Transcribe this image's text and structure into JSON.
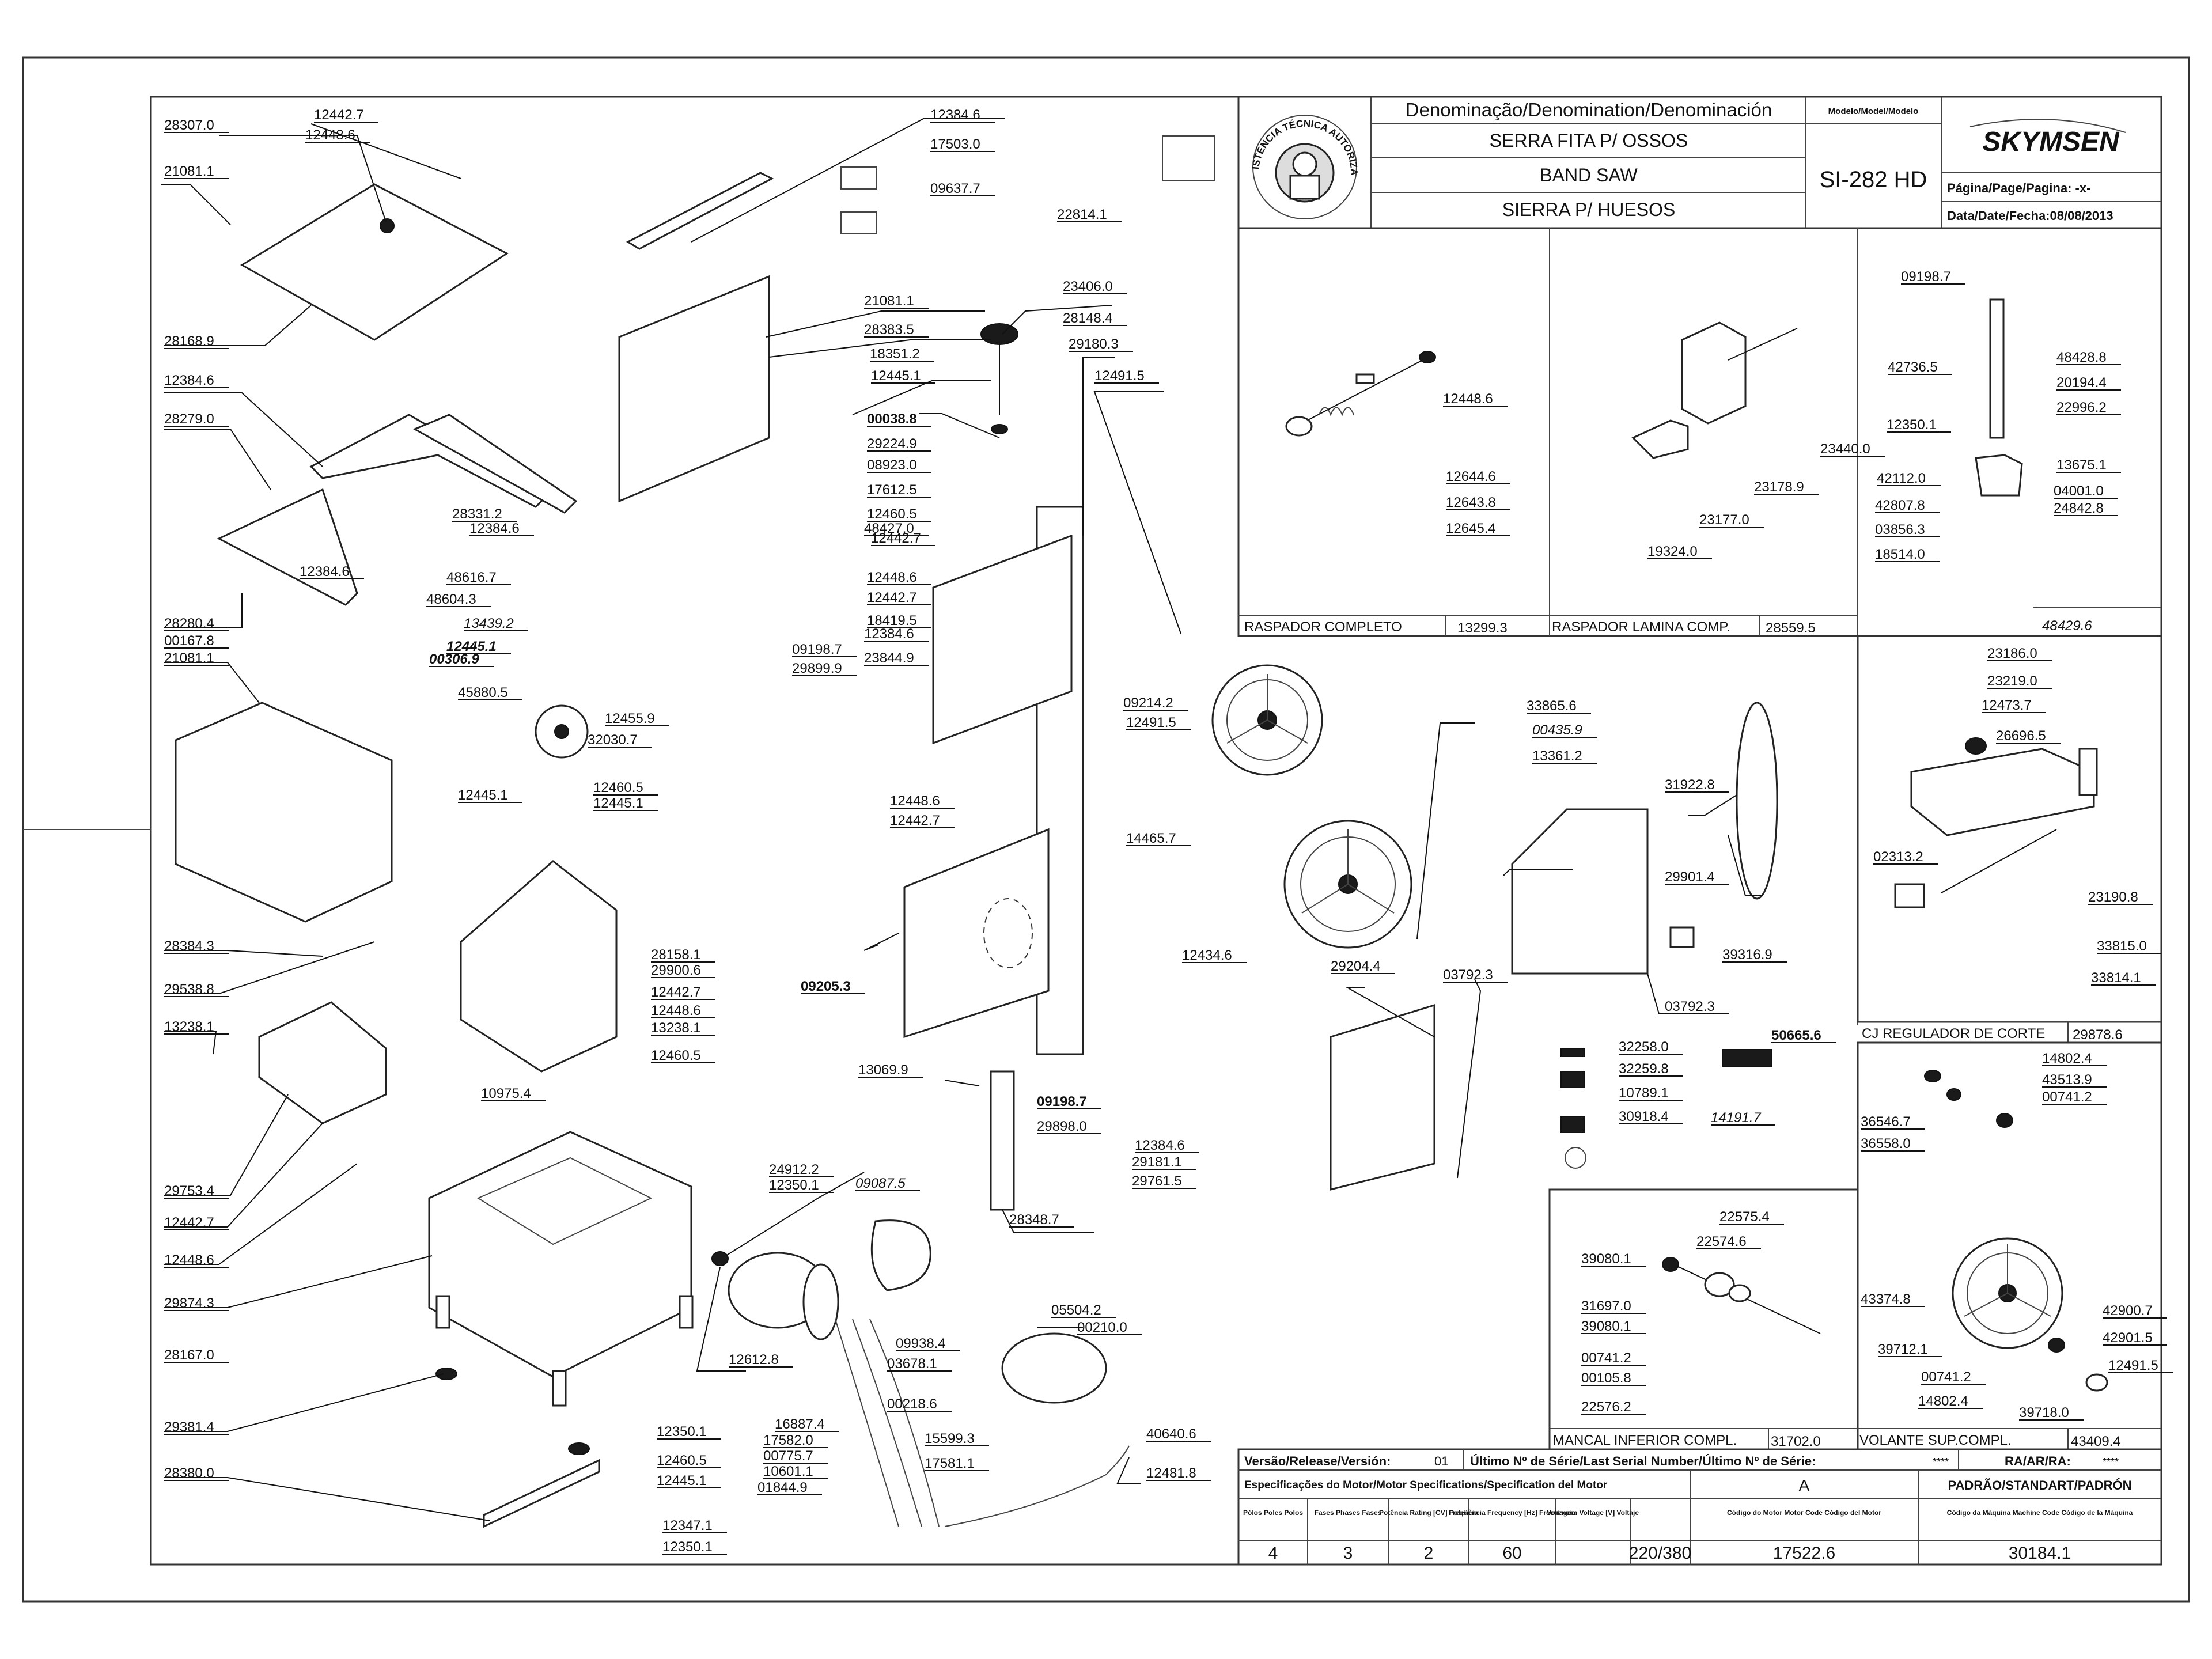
{
  "title_block": {
    "denomination_header": "Denominação/Denomination/Denominación",
    "model_header": "Modelo/Model/Modelo",
    "name_pt": "SERRA FITA P/ OSSOS",
    "name_en": "BAND SAW",
    "name_es": "SIERRA P/ HUESOS",
    "model": "SI-282 HD",
    "brand": "SKYMSEN",
    "seal_text": "ASSISTÊNCIA TÉCNICA AUTORIZADA",
    "page_label": "Página/Page/Pagina:",
    "page_value": "-x-",
    "date_label": "Data/Date/Fecha:",
    "date_value": "08/08/2013"
  },
  "footer": {
    "version_label": "Versão/Release/Versión:",
    "version_value": "01",
    "serial_label": "Último Nº de Série/Last Serial Number/Último Nº de Série:",
    "serial_value": "****",
    "ra_label": "RA/AR/RA:",
    "ra_value": "****",
    "motor_spec_label": "Especificações do Motor/Motor Specifications/Specification del Motor",
    "col_a": "A",
    "standard_label": "PADRÃO/STANDART/PADRÓN",
    "poles_label": "Pólos Poles Polos",
    "phases_label": "Fases Phases Fases",
    "power_label": "Potência Rating [CV] Potencia",
    "frequency_label": "Freqüência Frequency [Hz] Frecuencia",
    "voltage_label": "Voltagem Voltage [V] Voltaje",
    "motor_code_label": "Código do Motor Motor Code Código del Motor",
    "machine_code_label": "Código da Máquina Machine Code Código de la Máquina",
    "poles": "4",
    "phases": "3",
    "power": "2",
    "frequency": "60",
    "voltage": "220/380",
    "motor_code": "17522.6",
    "machine_code": "30184.1"
  },
  "boxes": {
    "raspador_completo": {
      "label": "RASPADOR COMPLETO",
      "code": "13299.3"
    },
    "raspador_lamina": {
      "label": "RASPADOR LAMINA COMP.",
      "code": "28559.5"
    },
    "box3_code": "48429.6",
    "regulador": {
      "label": "CJ REGULADOR DE CORTE",
      "code": "29878.6"
    },
    "mancal": {
      "label": "MANCAL INFERIOR COMPL.",
      "code": "31702.0"
    },
    "volante": {
      "label": "VOLANTE SUP.COMPL.",
      "code": "43409.4"
    }
  },
  "callouts": {
    "left": [
      "28307.0",
      "12442.7",
      "12448.6",
      "21081.1",
      "28168.9",
      "12384.6",
      "28279.0",
      "12384.6",
      "28280.4",
      "00167.8",
      "21081.1",
      "28384.3",
      "29538.8",
      "13238.1",
      "29753.4",
      "12442.7",
      "12448.6",
      "29874.3",
      "28167.0",
      "29381.4",
      "28380.0"
    ],
    "top_mid": [
      "12384.6",
      "17503.0",
      "09637.7",
      "22814.1",
      "21081.1",
      "28383.5",
      "18351.2",
      "12445.1",
      "00038.8",
      "29224.9",
      "08923.0",
      "17612.5",
      "12460.5",
      "48427.0",
      "12442.7",
      "12448.6",
      "12442.7",
      "18419.5",
      "12384.6",
      "23844.9",
      "28331.2",
      "12384.6",
      "48616.7",
      "48604.3",
      "13439.2",
      "12445.1",
      "00306.9",
      "45880.5",
      "12455.9",
      "32030.7",
      "12460.5",
      "12445.1",
      "12445.1"
    ],
    "mid": [
      "28158.1",
      "29900.6",
      "12442.7",
      "12448.6",
      "13238.1",
      "12460.5",
      "10975.4",
      "12350.1",
      "12460.5",
      "12445.1",
      "12347.1",
      "12350.1"
    ],
    "center": [
      "23406.0",
      "28148.4",
      "29180.3",
      "12491.5",
      "09198.7",
      "29899.9",
      "09214.2",
      "12491.5",
      "12448.6",
      "12442.7",
      "14465.7",
      "09205.3",
      "12434.6",
      "13069.9",
      "09198.7",
      "29898.0",
      "12384.6",
      "29181.1",
      "29761.5",
      "28348.7",
      "09087.5",
      "24912.2",
      "12350.1",
      "12612.8",
      "05504.2",
      "00210.0",
      "09938.4",
      "03678.1",
      "00218.6",
      "16887.4",
      "17582.0",
      "15599.3",
      "00775.7",
      "17581.1",
      "10601.1",
      "01844.9",
      "40640.6",
      "12481.8"
    ],
    "right_mid": [
      "33865.6",
      "00435.9",
      "13361.2",
      "31922.8",
      "29901.4",
      "39316.9",
      "03792.3",
      "29204.4",
      "03792.3",
      "32258.0",
      "50665.6",
      "32259.8",
      "10789.1",
      "30918.4",
      "14191.7"
    ],
    "box1": [
      "12448.6",
      "12644.6",
      "12643.8",
      "12645.4"
    ],
    "box2": [
      "23440.0",
      "23178.9",
      "23177.0",
      "19324.0"
    ],
    "box3": [
      "09198.7",
      "42736.5",
      "48428.8",
      "20194.4",
      "22996.2",
      "12350.1",
      "13675.1",
      "42112.0",
      "04001.0",
      "42807.8",
      "24842.8",
      "03856.3",
      "18514.0"
    ],
    "box4": [
      "23186.0",
      "23219.0",
      "12473.7",
      "26696.5",
      "02313.2",
      "23190.8",
      "33815.0",
      "33814.1"
    ],
    "box5": [
      "22575.4",
      "22574.6",
      "39080.1",
      "31697.0",
      "39080.1",
      "00741.2",
      "00105.8",
      "22576.2"
    ],
    "box6": [
      "14802.4",
      "43513.9",
      "00741.2",
      "36546.7",
      "36558.0",
      "43374.8",
      "42900.7",
      "39712.1",
      "42901.5",
      "00741.2",
      "12491.5",
      "14802.4",
      "39718.0"
    ]
  },
  "colors": {
    "line": "#222222",
    "paper": "#ffffff"
  }
}
